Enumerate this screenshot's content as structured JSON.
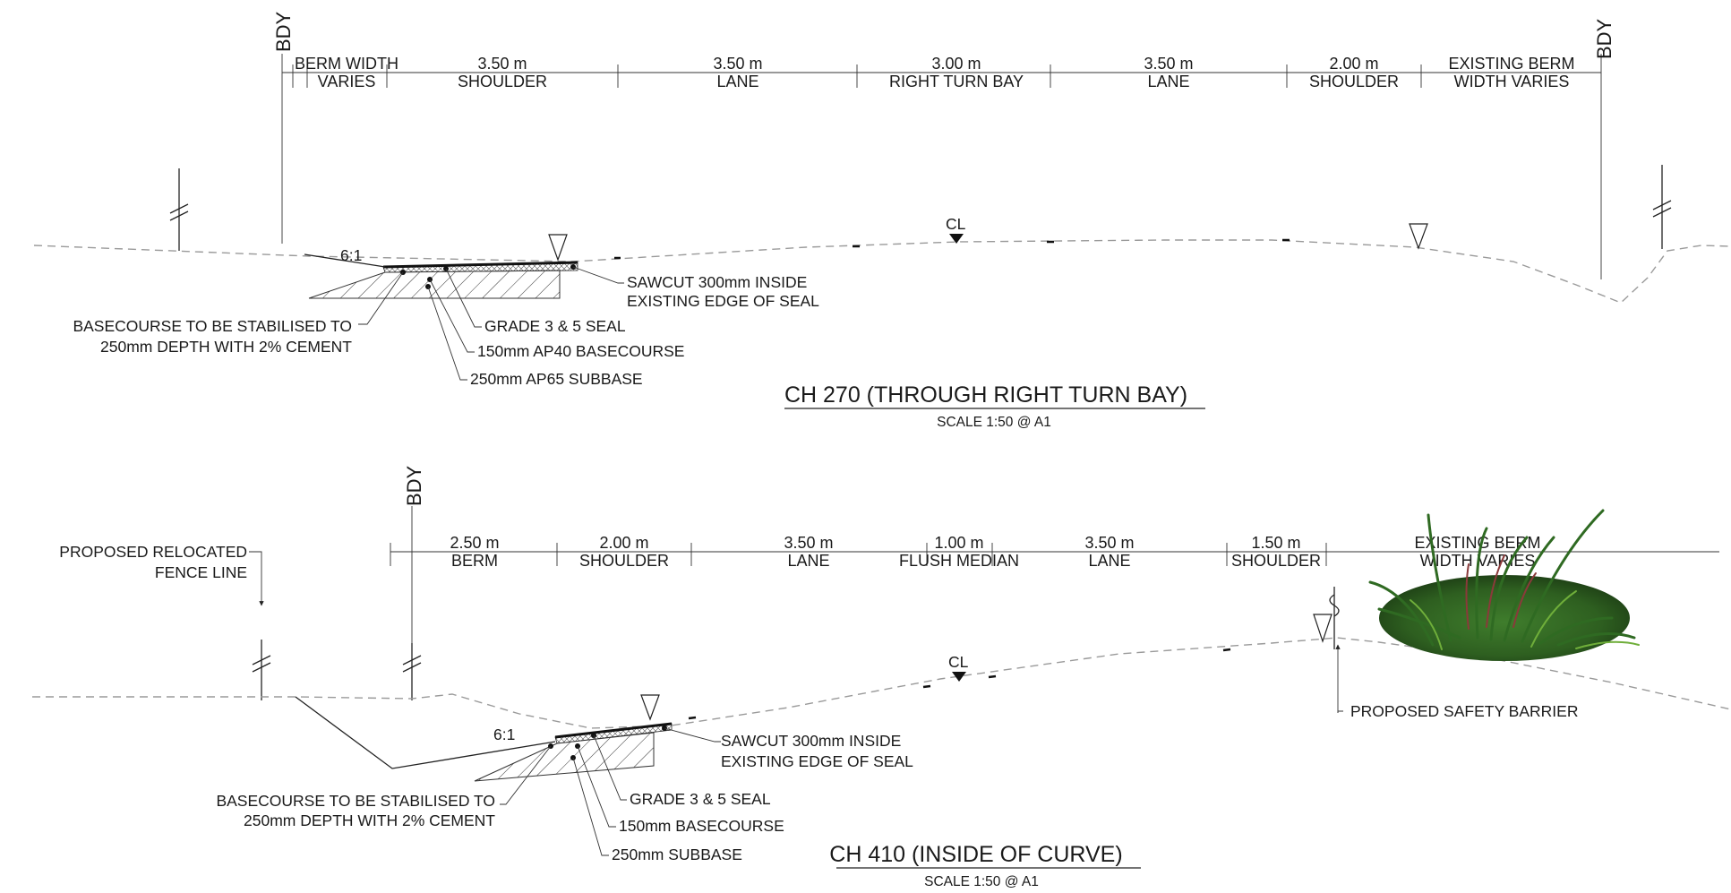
{
  "section1": {
    "title": "CH 270 (THROUGH RIGHT TURN BAY)",
    "scale": "SCALE 1:50 @ A1",
    "bdy_left": "BDY",
    "bdy_right": "BDY",
    "dims": [
      {
        "top": "BERM WIDTH",
        "bottom": "VARIES"
      },
      {
        "top": "3.50 m",
        "bottom": "SHOULDER"
      },
      {
        "top": "3.50 m",
        "bottom": "LANE"
      },
      {
        "top": "3.00 m",
        "bottom": "RIGHT TURN BAY"
      },
      {
        "top": "3.50 m",
        "bottom": "LANE"
      },
      {
        "top": "2.00 m",
        "bottom": "SHOULDER"
      },
      {
        "top": "EXISTING BERM",
        "bottom": "WIDTH VARIES"
      }
    ],
    "cl": "CL",
    "slope": "6:1",
    "sawcut": [
      "SAWCUT 300mm INSIDE",
      "EXISTING EDGE OF SEAL"
    ],
    "stabilise": [
      "BASECOURSE TO BE STABILISED TO",
      "250mm DEPTH WITH 2% CEMENT"
    ],
    "seal": "GRADE 3 & 5 SEAL",
    "basecourse": "150mm AP40 BASECOURSE",
    "subbase": "250mm AP65 SUBBASE"
  },
  "section2": {
    "title": "CH 410 (INSIDE OF CURVE)",
    "scale": "SCALE 1:50 @ A1",
    "bdy": "BDY",
    "fence": [
      "PROPOSED RELOCATED",
      "FENCE LINE"
    ],
    "dims": [
      {
        "top": "2.50 m",
        "bottom": "BERM"
      },
      {
        "top": "2.00 m",
        "bottom": "SHOULDER"
      },
      {
        "top": "3.50 m",
        "bottom": "LANE"
      },
      {
        "top": "1.00 m",
        "bottom": "FLUSH MEDIAN"
      },
      {
        "top": "3.50 m",
        "bottom": "LANE"
      },
      {
        "top": "1.50 m",
        "bottom": "SHOULDER"
      },
      {
        "top": "EXISTING BERM",
        "bottom": "WIDTH VARIES"
      }
    ],
    "cl": "CL",
    "slope": "6:1",
    "sawcut": [
      "SAWCUT 300mm INSIDE",
      "EXISTING EDGE OF SEAL"
    ],
    "stabilise": [
      "BASECOURSE TO BE STABILISED TO",
      "250mm DEPTH WITH 2% CEMENT"
    ],
    "seal": "GRADE 3 & 5 SEAL",
    "basecourse": "150mm BASECOURSE",
    "subbase": "250mm SUBBASE",
    "barrier": "PROPOSED SAFETY BARRIER"
  }
}
